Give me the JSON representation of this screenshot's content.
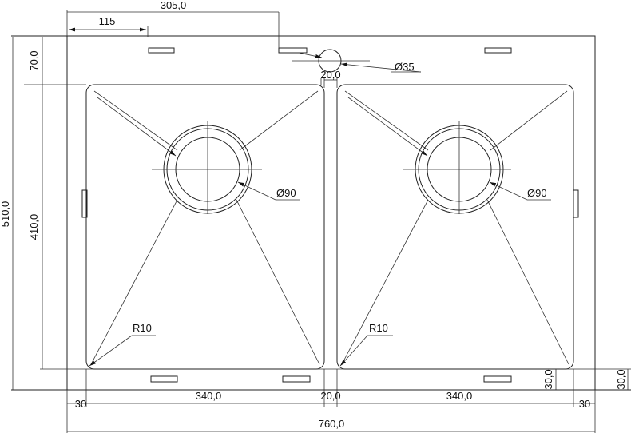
{
  "drawing": {
    "dimensions": {
      "tap_offset": "305,0",
      "slot_offset": "115",
      "top_margin": "70,0",
      "overall_depth": "510,0",
      "bowl_depth": "410,0",
      "tap_hole": "Ø35",
      "divider": "20,0",
      "drain_left": "Ø90",
      "drain_right": "Ø90",
      "radius_left": "R10",
      "radius_right": "R10",
      "left_margin": "30",
      "bowl_left_width": "340,0",
      "divider_bottom": "20,0",
      "bowl_right_width": "340,0",
      "right_margin": "30",
      "overall_width": "760,0",
      "bottom_margin_inner": "30,0",
      "bottom_margin_outer": "30,0"
    }
  }
}
